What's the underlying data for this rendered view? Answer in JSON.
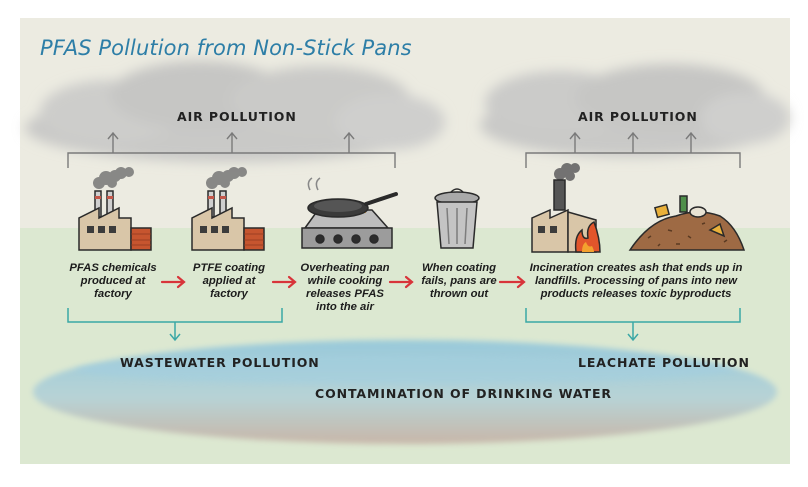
{
  "title": "PFAS Pollution from Non-Stick Pans",
  "air_pollution_left": "AIR POLLUTION",
  "air_pollution_right": "AIR POLLUTION",
  "steps": [
    {
      "caption": "PFAS chemicals produced at factory",
      "icon": "factory-icon"
    },
    {
      "caption": "PTFE coating applied at factory",
      "icon": "factory-icon"
    },
    {
      "caption": "Overheating pan while cooking releases PFAS into the air",
      "icon": "stove-pan-icon"
    },
    {
      "caption": "When coating fails, pans are thrown out",
      "icon": "trash-can-icon"
    },
    {
      "caption": "Incineration creates ash that ends up in landfills. Processing of pans into new products releases toxic byproducts",
      "icon": "incinerator-landfill-icon"
    }
  ],
  "wastewater": "WASTEWATER POLLUTION",
  "leachate": "LEACHATE POLLUTION",
  "drinking_water": "CONTAMINATION OF DRINKING WATER",
  "colors": {
    "title": "#2d7ea7",
    "arrow_red": "#d8343a",
    "teal_bracket": "#3aa7a6",
    "ground": "#dce8d1",
    "sky": "#ecebe1",
    "water": "#a9d2e0"
  }
}
